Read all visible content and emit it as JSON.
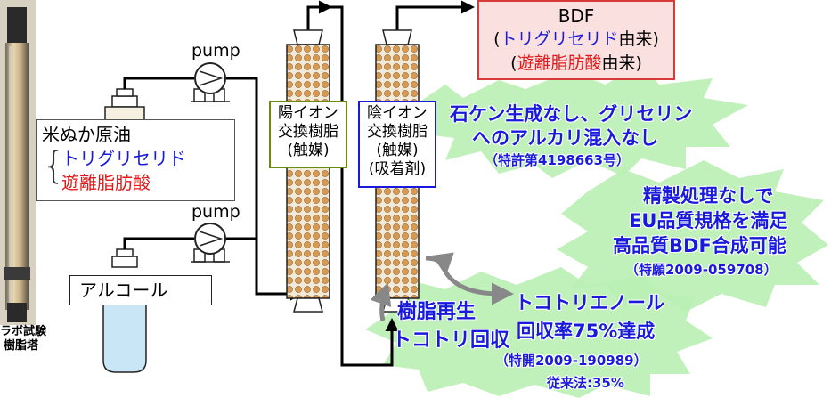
{
  "photo_caption": [
    "ラボ試験",
    "樹脂塔"
  ],
  "pumps": [
    "pump",
    "pump"
  ],
  "feed_oil": {
    "title": "米ぬか原油",
    "components": [
      "トリグリセリド",
      "遊離脂肪酸"
    ]
  },
  "alcohol": "アルコール",
  "cation_column": [
    "陽イオン",
    "交換樹脂",
    "(触媒)"
  ],
  "anion_column": [
    "陰イオン",
    "交換樹脂",
    "(触媒)",
    "(吸着剤)"
  ],
  "product": {
    "name": "BDF",
    "line1_open": "(",
    "line1_highlight": "トリグリセリド",
    "line1_suffix": "由来)",
    "line2_open": "(",
    "line2_highlight": "遊離脂肪酸",
    "line2_suffix": "由来)"
  },
  "features": {
    "no_soap": {
      "line1": "石ケン生成なし、グリセリン",
      "line2": "へのアルカリ混入なし",
      "patent": "（特許第4198663号）"
    },
    "quality": {
      "line1": "精製処理なしで",
      "line2": "EU品質規格を満足",
      "line3": "高品質BDF合成可能",
      "patent": "（特願2009-059708）"
    },
    "tocotrienol": {
      "line1": "トコトリエノール",
      "line2": "回収率75%達成",
      "patent": "（特開2009-190989）",
      "conventional": "従来法:35%"
    },
    "regen": {
      "line1": "樹脂再生",
      "line2": "トコトリ回収"
    }
  },
  "colors": {
    "text_blue": "#1a1adc",
    "text_red": "#e01818",
    "burst_green": "#b9f0b4",
    "product_fill": "#fbe0e0",
    "product_border": "#d83a3a",
    "cation_border": "#6a8a10",
    "anion_border": "#1a1adc",
    "resin_bead": "#d79a52",
    "flask_fill": "#c8e6f5"
  }
}
